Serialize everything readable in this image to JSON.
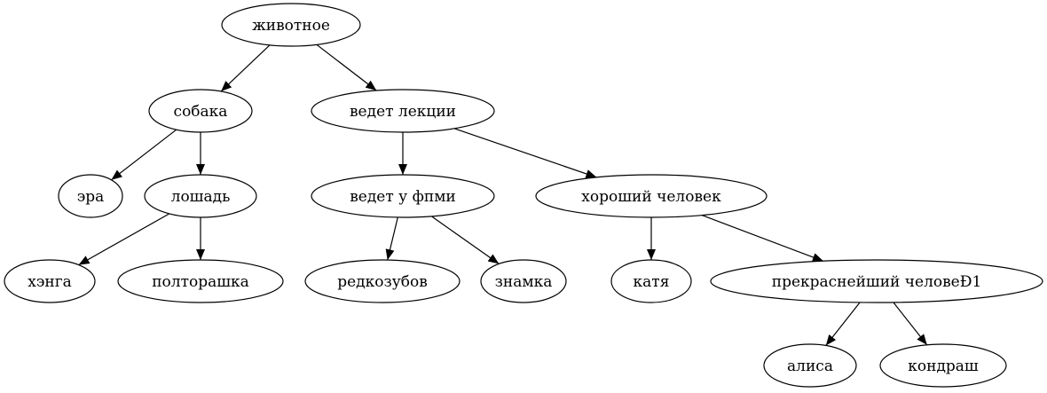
{
  "tree": {
    "nodes": {
      "animal": "животное",
      "dog": "собака",
      "lectures": "ведет лекции",
      "era": "эра",
      "horse": "лошадь",
      "fpmi": "ведет у фпми",
      "good_person": "хороший человек",
      "hanga": "хэнга",
      "poltorashka": "полторашка",
      "redkozubov": "редкозубов",
      "znamka": "знамка",
      "katya": "катя",
      "wonderful_person": "прекраснейший человеÐ1",
      "alisa": "алиса",
      "kondrash": "кондраш"
    },
    "edges": [
      [
        "animal",
        "dog"
      ],
      [
        "animal",
        "lectures"
      ],
      [
        "dog",
        "era"
      ],
      [
        "dog",
        "horse"
      ],
      [
        "horse",
        "hanga"
      ],
      [
        "horse",
        "poltorashka"
      ],
      [
        "lectures",
        "fpmi"
      ],
      [
        "lectures",
        "good_person"
      ],
      [
        "fpmi",
        "redkozubov"
      ],
      [
        "fpmi",
        "znamka"
      ],
      [
        "good_person",
        "katya"
      ],
      [
        "good_person",
        "wonderful_person"
      ],
      [
        "wonderful_person",
        "alisa"
      ],
      [
        "wonderful_person",
        "kondrash"
      ]
    ]
  }
}
